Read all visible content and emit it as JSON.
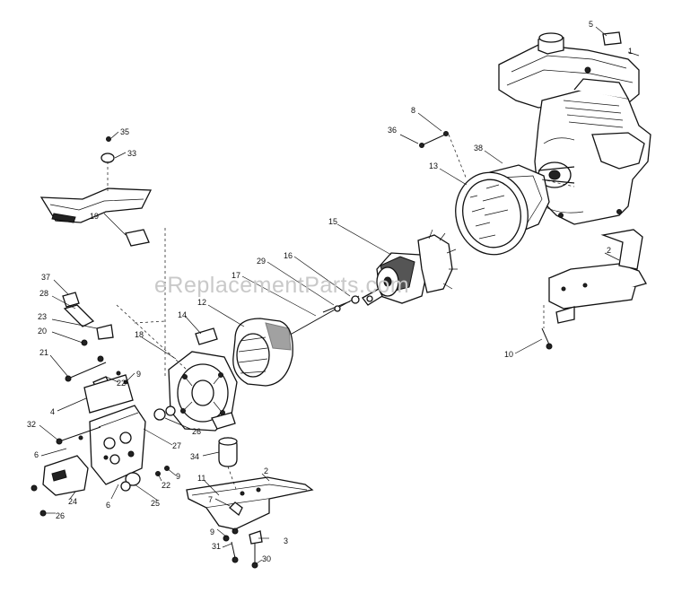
{
  "watermark": "eReplacementParts.com",
  "callouts": [
    {
      "id": "c1",
      "label": "1"
    },
    {
      "id": "c5",
      "label": "5"
    },
    {
      "id": "c8",
      "label": "8"
    },
    {
      "id": "c36",
      "label": "36"
    },
    {
      "id": "c38",
      "label": "38"
    },
    {
      "id": "c13",
      "label": "13"
    },
    {
      "id": "c15",
      "label": "15"
    },
    {
      "id": "c16",
      "label": "16"
    },
    {
      "id": "c29",
      "label": "29"
    },
    {
      "id": "c17",
      "label": "17"
    },
    {
      "id": "c12",
      "label": "12"
    },
    {
      "id": "c14",
      "label": "14"
    },
    {
      "id": "c18",
      "label": "18"
    },
    {
      "id": "c2a",
      "label": "2"
    },
    {
      "id": "c10",
      "label": "10"
    },
    {
      "id": "c35",
      "label": "35"
    },
    {
      "id": "c33",
      "label": "33"
    },
    {
      "id": "c19",
      "label": "19"
    },
    {
      "id": "c37",
      "label": "37"
    },
    {
      "id": "c28",
      "label": "28"
    },
    {
      "id": "c23",
      "label": "23"
    },
    {
      "id": "c20",
      "label": "20"
    },
    {
      "id": "c21",
      "label": "21"
    },
    {
      "id": "c9a",
      "label": "9"
    },
    {
      "id": "c22a",
      "label": "22"
    },
    {
      "id": "c4",
      "label": "4"
    },
    {
      "id": "c32",
      "label": "32"
    },
    {
      "id": "c6a",
      "label": "6"
    },
    {
      "id": "c26a",
      "label": "26"
    },
    {
      "id": "c27",
      "label": "27"
    },
    {
      "id": "c34",
      "label": "34"
    },
    {
      "id": "c2b",
      "label": "2"
    },
    {
      "id": "c11",
      "label": "11"
    },
    {
      "id": "c22b",
      "label": "22"
    },
    {
      "id": "c9b",
      "label": "9"
    },
    {
      "id": "c24",
      "label": "24"
    },
    {
      "id": "c26b",
      "label": "26"
    },
    {
      "id": "c25",
      "label": "25"
    },
    {
      "id": "c6b",
      "label": "6"
    },
    {
      "id": "c7",
      "label": "7"
    },
    {
      "id": "c9c",
      "label": "9"
    },
    {
      "id": "c3",
      "label": "3"
    },
    {
      "id": "c31",
      "label": "31"
    },
    {
      "id": "c30",
      "label": "30"
    }
  ]
}
